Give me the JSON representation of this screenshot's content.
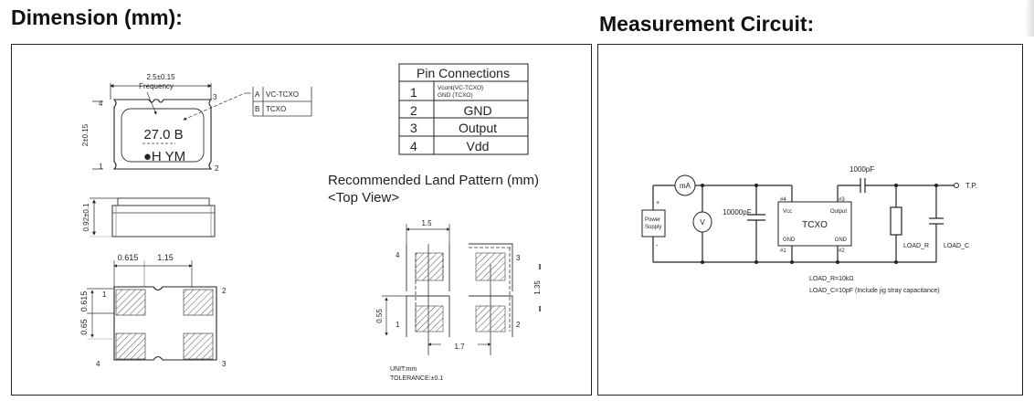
{
  "headings": {
    "dimension": "Dimension (mm):",
    "measurement": "Measurement Circuit:"
  },
  "dimension": {
    "top_view": {
      "width_dim": "2.5±0.15",
      "height_dim": "2±0.15",
      "frequency_label": "Frequency",
      "marking_line1": "27.0 B",
      "marking_line2": "●H YM",
      "pins": [
        "1",
        "2",
        "3",
        "4"
      ],
      "type_table": [
        {
          "code": "A",
          "type": "VC-TCXO"
        },
        {
          "code": "B",
          "type": "TCXO"
        }
      ]
    },
    "side_view": {
      "height_dim": "0.92±0.1"
    },
    "bottom_view": {
      "dim_pad_width": "0.615",
      "dim_pad_gap": "1.15",
      "dim_pad_height": "0.615",
      "dim_gap_vertical": "0.65",
      "pins": [
        "1",
        "2",
        "3",
        "4"
      ]
    },
    "pin_connections": {
      "title": "Pin Connections",
      "rows": [
        {
          "pin": "1",
          "function": "Vcont(VC-TCXO)\nGND (TCXO)",
          "line1": "Vcont(VC-TCXO)",
          "line2": "GND (TCXO)"
        },
        {
          "pin": "2",
          "function": "GND"
        },
        {
          "pin": "3",
          "function": "Output"
        },
        {
          "pin": "4",
          "function": "Vdd"
        }
      ]
    },
    "land_pattern": {
      "title": "Recommended Land Pattern (mm)",
      "subtitle": "<Top View>",
      "dim_width": "1.5",
      "dim_height_right": "1.35",
      "dim_height_left": "0.55",
      "dim_bottom": "1.7",
      "pins": [
        "1",
        "2",
        "3",
        "4"
      ],
      "unit": "UNIT:mm",
      "tolerance": "TOLERANCE:±0.1"
    }
  },
  "circuit": {
    "ammeter": "mA",
    "voltmeter": "V",
    "power_supply_line1": "Power",
    "power_supply_line2": "Supply",
    "plus": "+",
    "minus": "-",
    "cap_bypass": "10000pF",
    "cap_coupling": "1000pF",
    "ic_name": "TCXO",
    "ic_vcc": "Vcc",
    "ic_output": "Output",
    "ic_gnd1": "GND",
    "ic_gnd2": "GND",
    "ic_pin4": "#4",
    "ic_pin3": "#3",
    "ic_pin1": "#1",
    "ic_pin2": "#2",
    "load_r_label": "LOAD_R",
    "load_c_label": "LOAD_C",
    "test_point": "T.P.",
    "note_r": "LOAD_R=10kΩ",
    "note_c": "LOAD_C=10pF (Include jig stray capacitance)"
  }
}
